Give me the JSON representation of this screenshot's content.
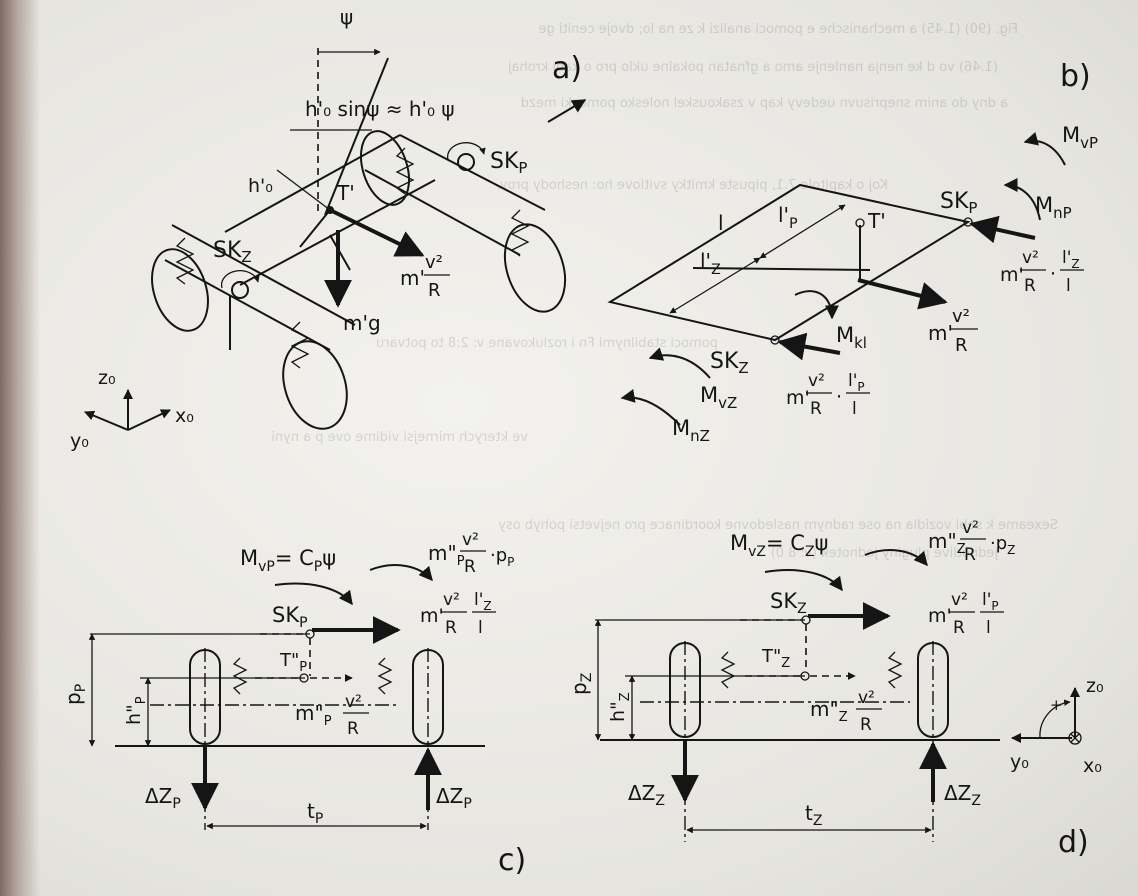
{
  "panels": {
    "a": {
      "tag": "a)"
    },
    "b": {
      "tag": "b)"
    },
    "c": {
      "tag": "c)"
    },
    "d": {
      "tag": "d)"
    }
  },
  "labels": {
    "psi": "ψ",
    "h_sin": "h'₀ sinψ ≈ h'₀ ψ",
    "h0p": "h'₀",
    "T_prime": "T'",
    "SK_P": "SK",
    "SK_Z": "SK",
    "sub_P": "P",
    "sub_Z": "Z",
    "m_prime": "m'",
    "m_prime_g": "m'g",
    "v2": "v²",
    "R": "R",
    "l": "l",
    "l_P": "l'",
    "l_Z": "l'",
    "M_v": "M",
    "M_n": "M",
    "sub_vP": "vP",
    "sub_nP": "nP",
    "sub_vZ": "vZ",
    "sub_nZ": "nZ",
    "M_kl": "M",
    "sub_kl": "kl",
    "dot": "·",
    "x0": "x₀",
    "y0": "y₀",
    "z0": "z₀",
    "M_vP_eq": "M",
    "eq_CP": "= C",
    "eq_psi": "ψ",
    "m_dd": "m\"",
    "p_P": "p",
    "p_Z": "p",
    "h_dd": "h\"",
    "T_dd": "T\"",
    "delta_Z": "ΔZ",
    "t": "t",
    "plus": "+"
  },
  "bleed_text": [
    "Fig. (90) (1.45) a mechanische e pomoci analizi k ze na lo; dvoje ceniti ge",
    "(1.46) vo d ke nenja nanlenje amo a gfnatan pokalne uklo pro o kabi krohaj",
    "a dny do anim sneprisuvn uedevy kap v zsakouskel nolesko pomocki mezd",
    "Koj o kapitole 7.1, pipuste kmitky svitlove ho: neshody prov.",
    "pomoci stabilnymi Fn i rozlukovane v: 2:8 to potvaru",
    "ve kterych mirnejsi vidime ove p a nyni",
    "Sexeame k sebi vozidla na ose radnym nasledovne koordinace pro nejvetsi pohyb osy",
    "jednotlive pluginy jednotek (v: 8 0)"
  ]
}
